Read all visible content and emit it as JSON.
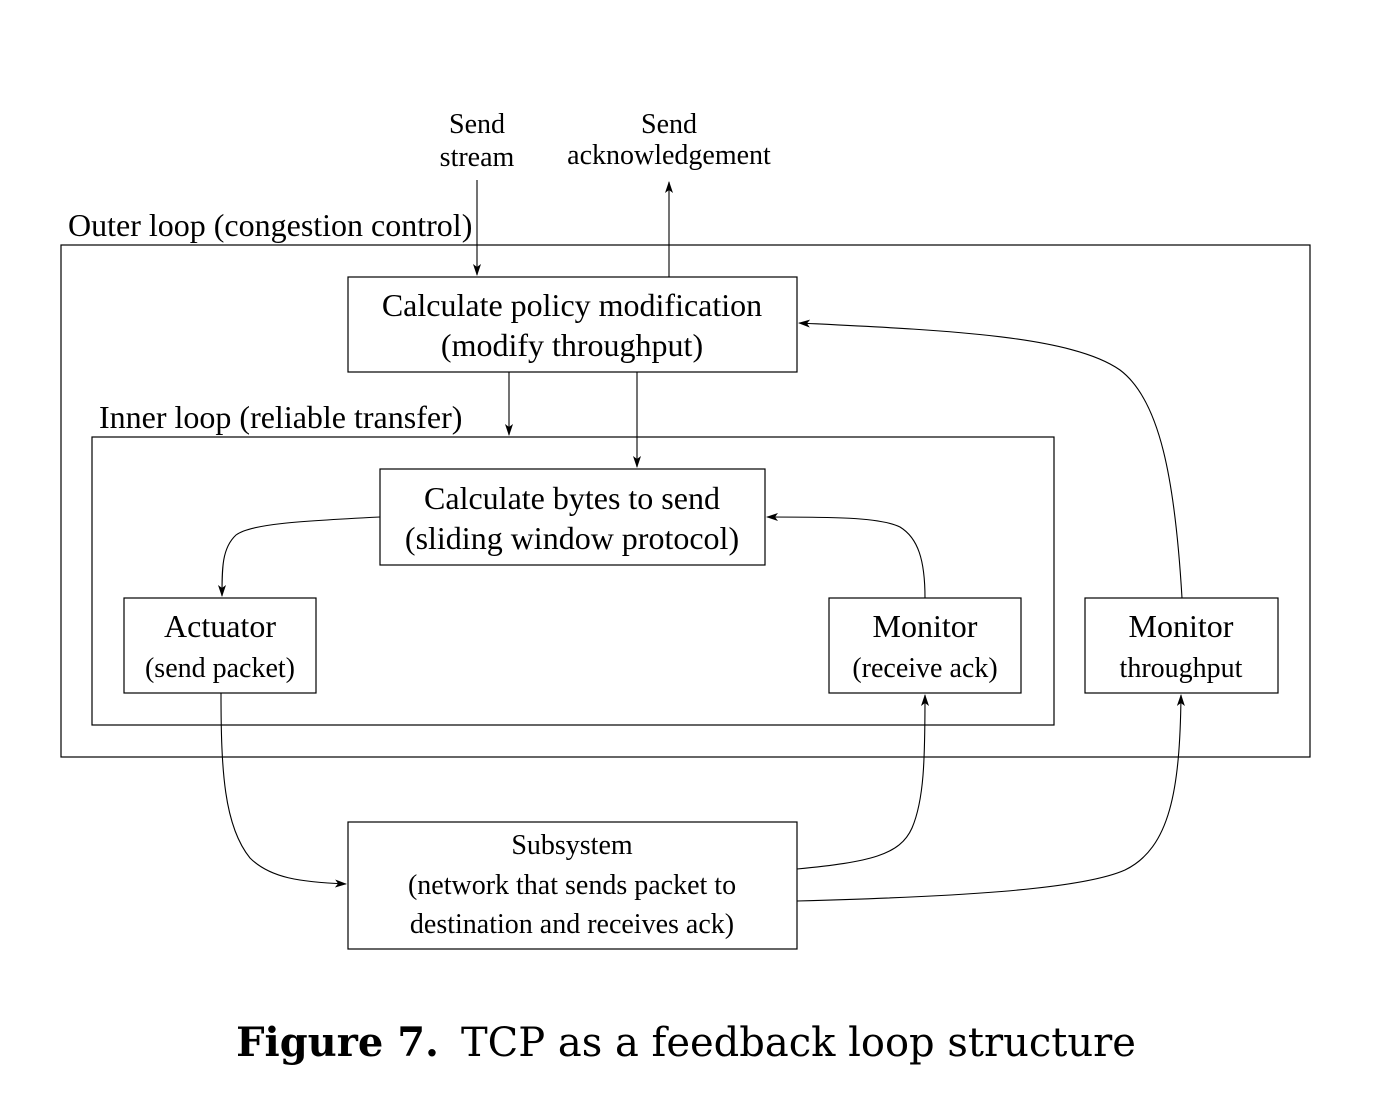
{
  "inputs": {
    "send_stream": [
      "Send",
      "stream"
    ],
    "send_ack": [
      "Send",
      "acknowledgement"
    ]
  },
  "outer_loop": {
    "label": "Outer loop (congestion control)"
  },
  "inner_loop": {
    "label": "Inner loop (reliable transfer)"
  },
  "policy_box": {
    "line1": "Calculate policy modification",
    "line2": "(modify throughput)"
  },
  "bytes_box": {
    "line1": "Calculate bytes to send",
    "line2": "(sliding window protocol)"
  },
  "actuator_box": {
    "line1": "Actuator",
    "line2": "(send packet)"
  },
  "monitor_ack_box": {
    "line1": "Monitor",
    "line2": "(receive ack)"
  },
  "monitor_tp_box": {
    "line1": "Monitor",
    "line2": "throughput"
  },
  "subsystem_box": {
    "line1": "Subsystem",
    "line2": "(network that sends packet to",
    "line3": "destination and receives ack)"
  },
  "caption": {
    "label": "Figure 7.",
    "text": "TCP as a feedback loop structure"
  }
}
